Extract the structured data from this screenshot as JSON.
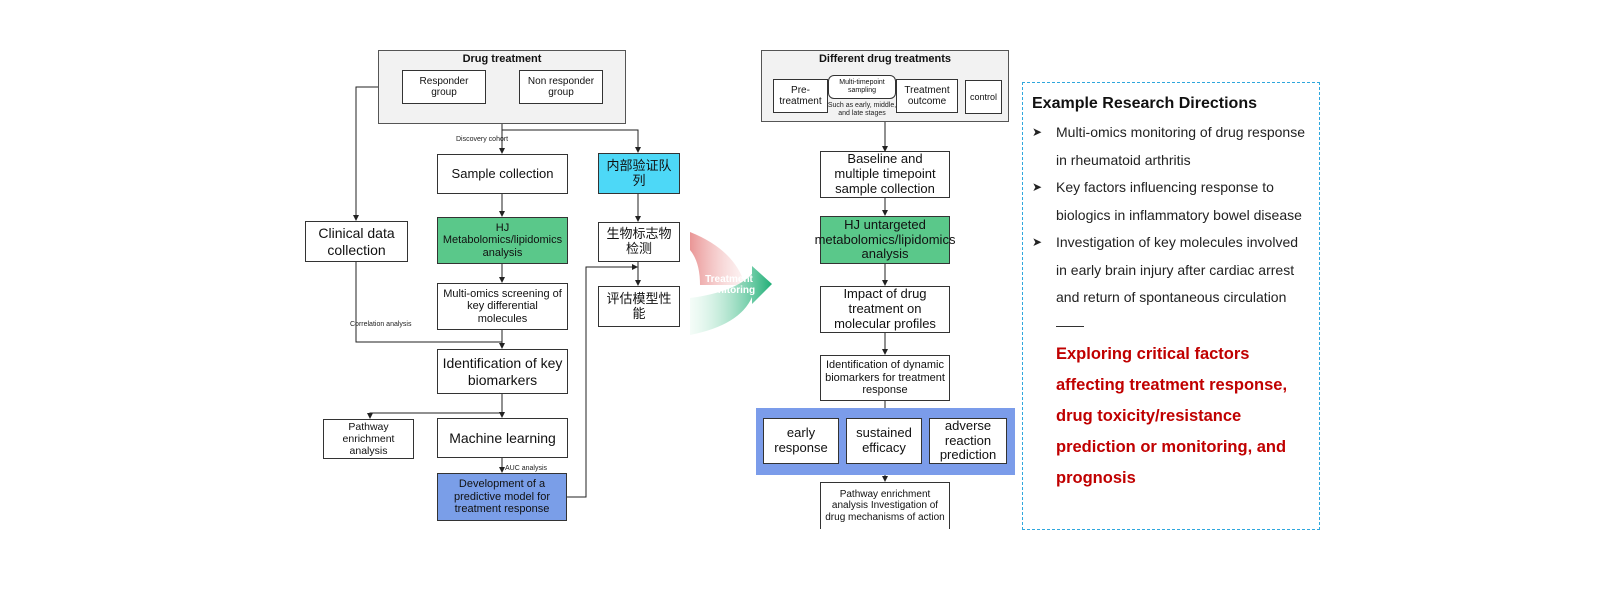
{
  "left_flow": {
    "drug_treatment": "Drug treatment",
    "responder_group": "Responder group",
    "non_responder_group": "Non responder group",
    "discovery_cohort": "Discovery cohort",
    "sample_collection": "Sample collection",
    "internal_validation": "内部验证队列",
    "clinical_data": "Clinical data collection",
    "hj_metabolomics": "HJ Metabolomics/lipidomics analysis",
    "biomarker_detection": "生物标志物检测",
    "multi_omics": "Multi-omics screening of key differential molecules",
    "evaluate_model": "评估模型性能",
    "correlation_analysis": "Correlation analysis",
    "identification": "Identification of key biomarkers",
    "pathway": "Pathway enrichment analysis",
    "machine_learning": "Machine learning",
    "auc_analysis": "AUC analysis",
    "predictive_model": "Development of a predictive model for treatment response"
  },
  "transition": {
    "label": "Treatment monitoring"
  },
  "right_flow": {
    "different_treatments": "Different drug treatments",
    "pre_treatment": "Pre-treatment",
    "multi_timepoint": "Multi-timepoint sampling",
    "stages_note": "Such as early, middle, and late stages",
    "treatment_outcome": "Treatment outcome",
    "control": "control",
    "baseline": "Baseline and multiple timepoint sample collection",
    "hj_untargeted": "HJ untargeted metabolomics/lipidomics analysis",
    "impact": "Impact of drug treatment on molecular profiles",
    "dynamic": "Identification of dynamic biomarkers for treatment response",
    "early_response": "early response",
    "sustained_efficacy": "sustained efficacy",
    "adverse_reaction": "adverse reaction prediction",
    "pathway_mech": "Pathway enrichment analysis Investigation of drug mechanisms of action"
  },
  "panel": {
    "title": "Example Research Directions",
    "bullets": [
      "Multi-omics monitoring of drug response in rheumatoid arthritis",
      "Key factors influencing response to biologics in inflammatory bowel disease",
      "Investigation of key molecules involved in early brain injury after cardiac arrest and return of spontaneous circulation——"
    ],
    "highlight": "Exploring critical factors affecting treatment response, drug toxicity/resistance prediction or monitoring, and prognosis"
  },
  "colors": {
    "green": "#5ac88a",
    "cyan": "#4dd8f7",
    "blue": "#7a9ee8",
    "highlight_red": "#c00000",
    "panel_border": "#2fa7dd"
  }
}
